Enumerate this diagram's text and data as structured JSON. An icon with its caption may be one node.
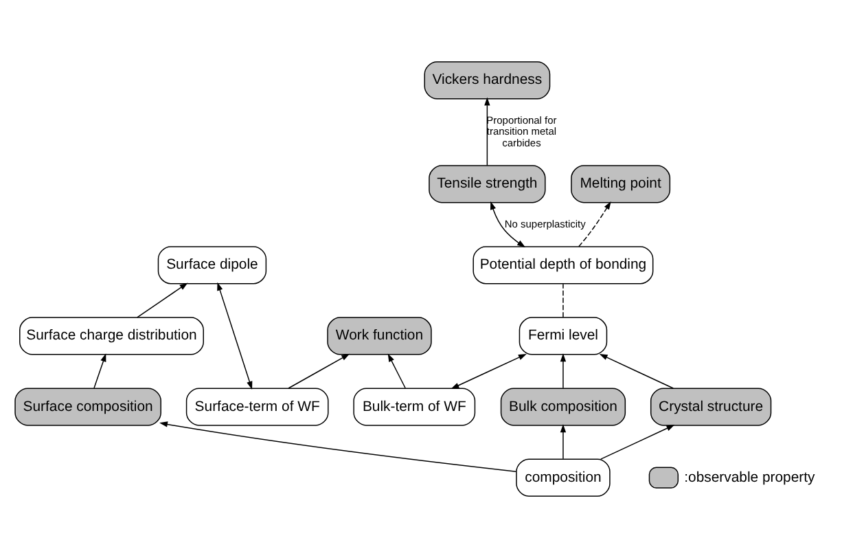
{
  "diagram": {
    "nodes": [
      {
        "text": [
          "Work function"
        ]
      },
      {
        "text": [
          "Surface-term of WF"
        ]
      },
      {
        "text": [
          "Surface dipole"
        ]
      },
      {
        "text": [
          "Surface charge distribution"
        ]
      },
      {
        "text": [
          "Bulk-term of WF"
        ]
      },
      {
        "text": [
          "Fermi level"
        ]
      },
      {
        "text": [
          "Potential depth of bonding"
        ]
      },
      {
        "text": [
          "composition"
        ]
      },
      {
        "text": [
          "Surface composition"
        ]
      },
      {
        "text": [
          "Crystal structure"
        ]
      },
      {
        "text": [
          "Bulk composition"
        ]
      },
      {
        "text": [
          "Tensile strength"
        ]
      },
      {
        "text": [
          "Melting point"
        ]
      },
      {
        "text": [
          "Vickers hardness"
        ]
      }
    ],
    "edges": [
      {
        "from": 1,
        "to": 0,
        "arrow": "to"
      },
      {
        "from": 4,
        "to": 0,
        "arrow": "to"
      },
      {
        "from": 1,
        "to": 2,
        "arrow": "both"
      },
      {
        "from": 3,
        "to": 2,
        "arrow": "to"
      },
      {
        "from": 4,
        "to": 5,
        "arrow": "both"
      },
      {
        "from": 5,
        "to": 6,
        "arrow": "none",
        "style": "dashed"
      },
      {
        "from": 7,
        "to": 8,
        "arrow": "to"
      },
      {
        "from": 7,
        "to": 9,
        "arrow": "to"
      },
      {
        "from": 7,
        "to": 10,
        "arrow": "to"
      },
      {
        "from": 9,
        "to": 5,
        "arrow": "to"
      },
      {
        "from": 10,
        "to": 5,
        "arrow": "to"
      },
      {
        "from": 8,
        "to": 3,
        "arrow": "to"
      },
      {
        "from": 6,
        "to": 11,
        "arrow": "both",
        "label": "No superplasticity"
      },
      {
        "from": 6,
        "to": 12,
        "arrow": "to",
        "style": "dashed"
      },
      {
        "from": 11,
        "to": 13,
        "arrow": "to",
        "label": "Proportional for transition metal carbides"
      }
    ],
    "legend": [
      {
        "text": ":observable property",
        "color": "#c0c0c0"
      }
    ]
  }
}
